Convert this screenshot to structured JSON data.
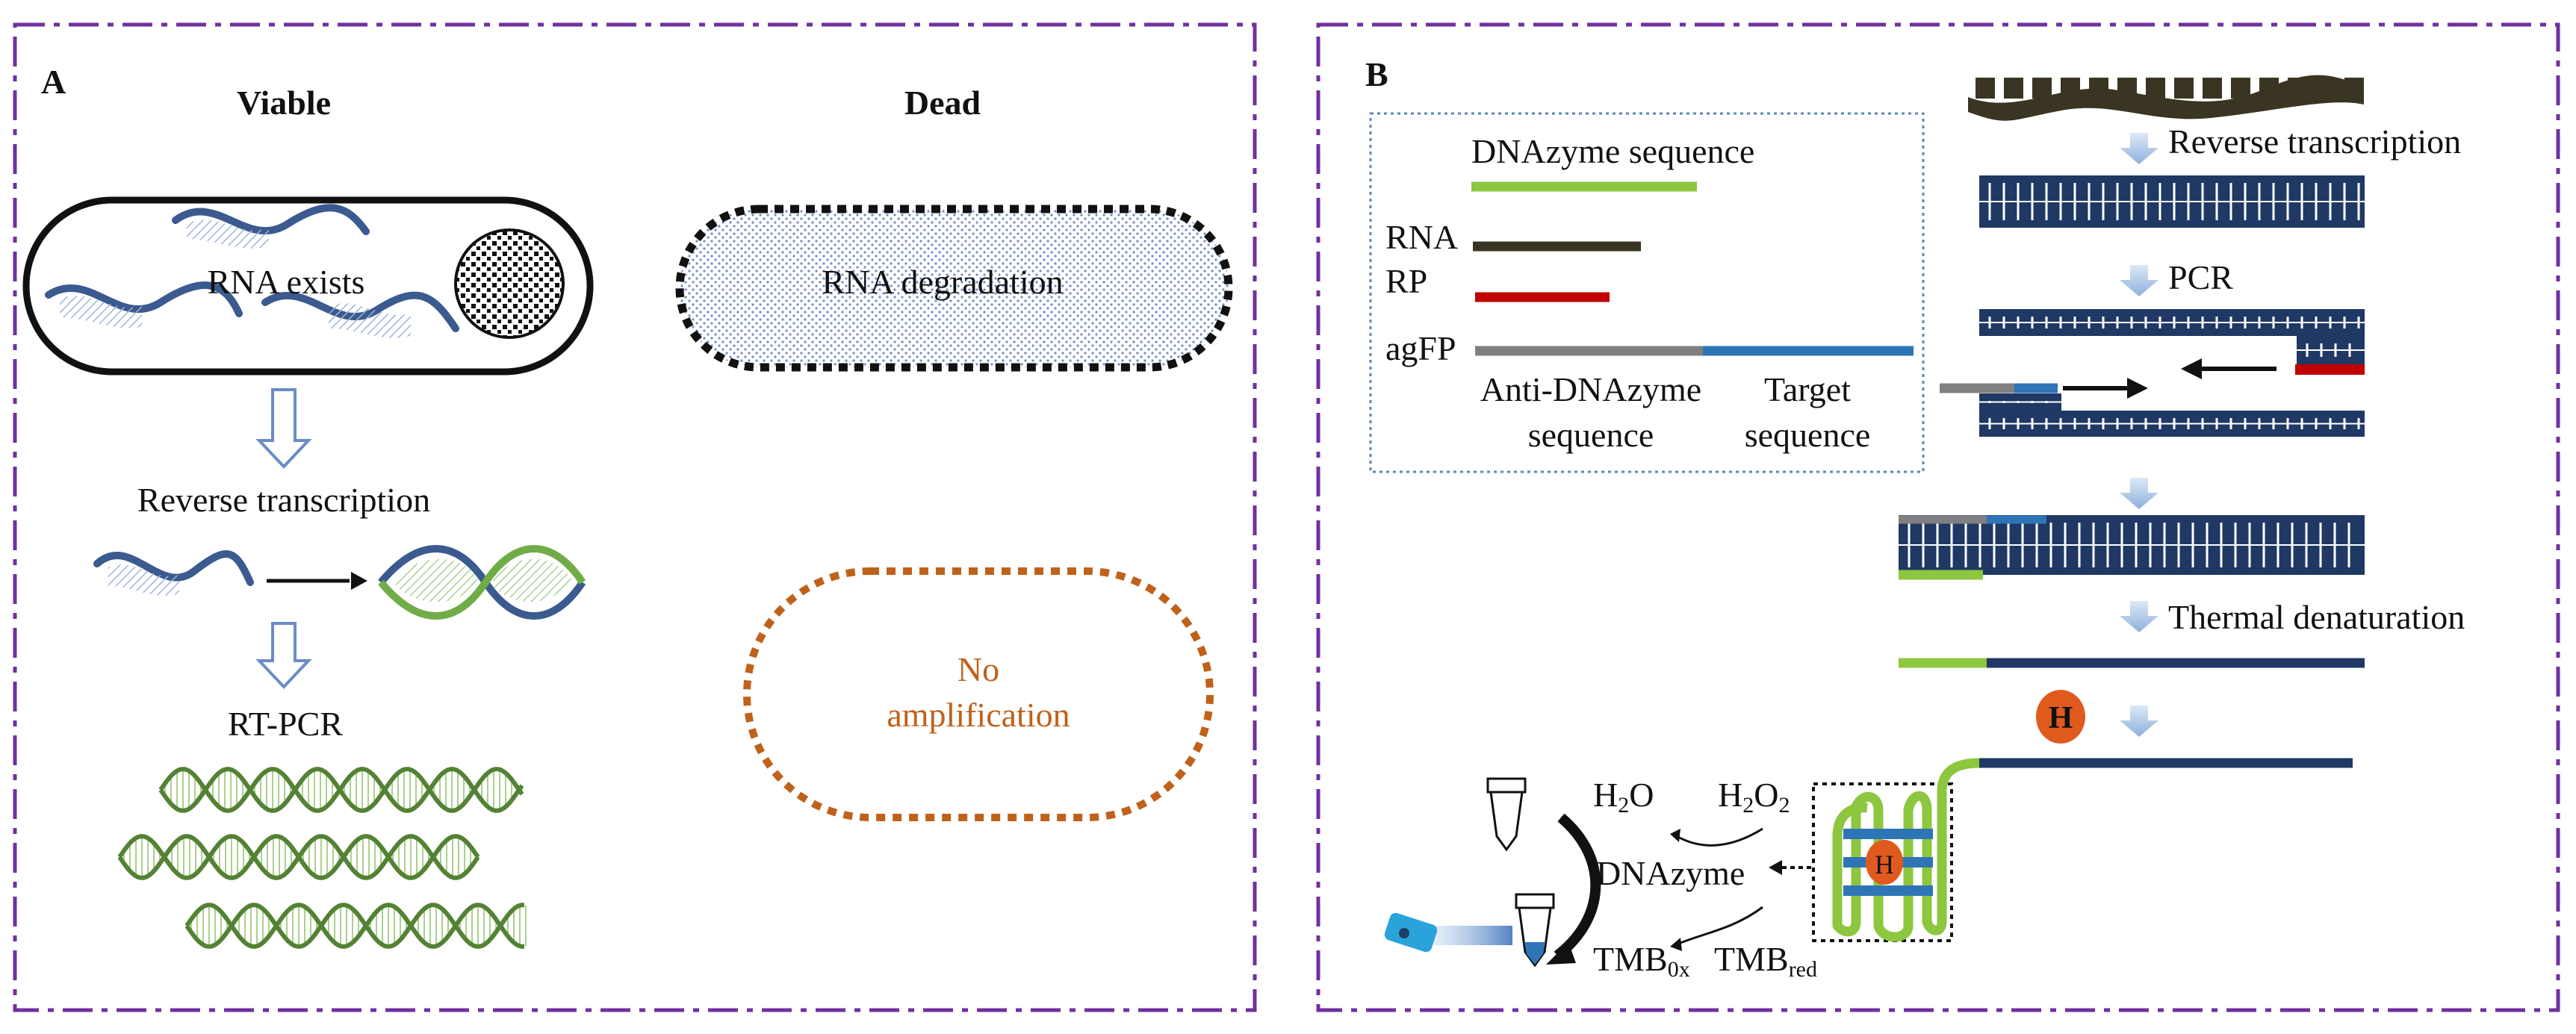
{
  "colors": {
    "frame": "#7030a0",
    "navy": "#1f3864",
    "green": "#70ad47",
    "lime": "#8dc63f",
    "red": "#c00000",
    "gray": "#808080",
    "blue": "#2e75b6",
    "orange": "#c0611b",
    "legend_border": "#5b87b8"
  },
  "panel_a": {
    "label": "A",
    "viable_header": "Viable",
    "dead_header": "Dead",
    "rna_exists": "RNA exists",
    "rna_degradation": "RNA degradation",
    "reverse_transcription": "Reverse transcription",
    "rt_pcr": "RT-PCR",
    "no_amplification_line1": "No",
    "no_amplification_line2": "amplification"
  },
  "panel_b": {
    "label": "B",
    "legend": {
      "dnazyme_sequence": "DNAzyme sequence",
      "rna": "RNA",
      "rp": "RP",
      "agfp": "agFP",
      "anti_dnazyme_line1": "Anti-DNAzyme",
      "anti_dnazyme_line2": "sequence",
      "target_line1": "Target",
      "target_line2": "sequence"
    },
    "steps": {
      "reverse_transcription": "Reverse transcription",
      "pcr": "PCR",
      "thermal_denaturation": "Thermal denaturation"
    },
    "hemin": "H",
    "reaction": {
      "h2o": "H",
      "h2o_sub": "2",
      "h2o_end": "O",
      "h2o2": "H",
      "h2o2_sub1": "2",
      "h2o2_mid": "O",
      "h2o2_sub2": "2",
      "dnazyme": "DNAzyme",
      "tmb_ox": "TMB",
      "tmb_ox_sub": "0x",
      "tmb_red": "TMB",
      "tmb_red_sub": "red"
    }
  }
}
